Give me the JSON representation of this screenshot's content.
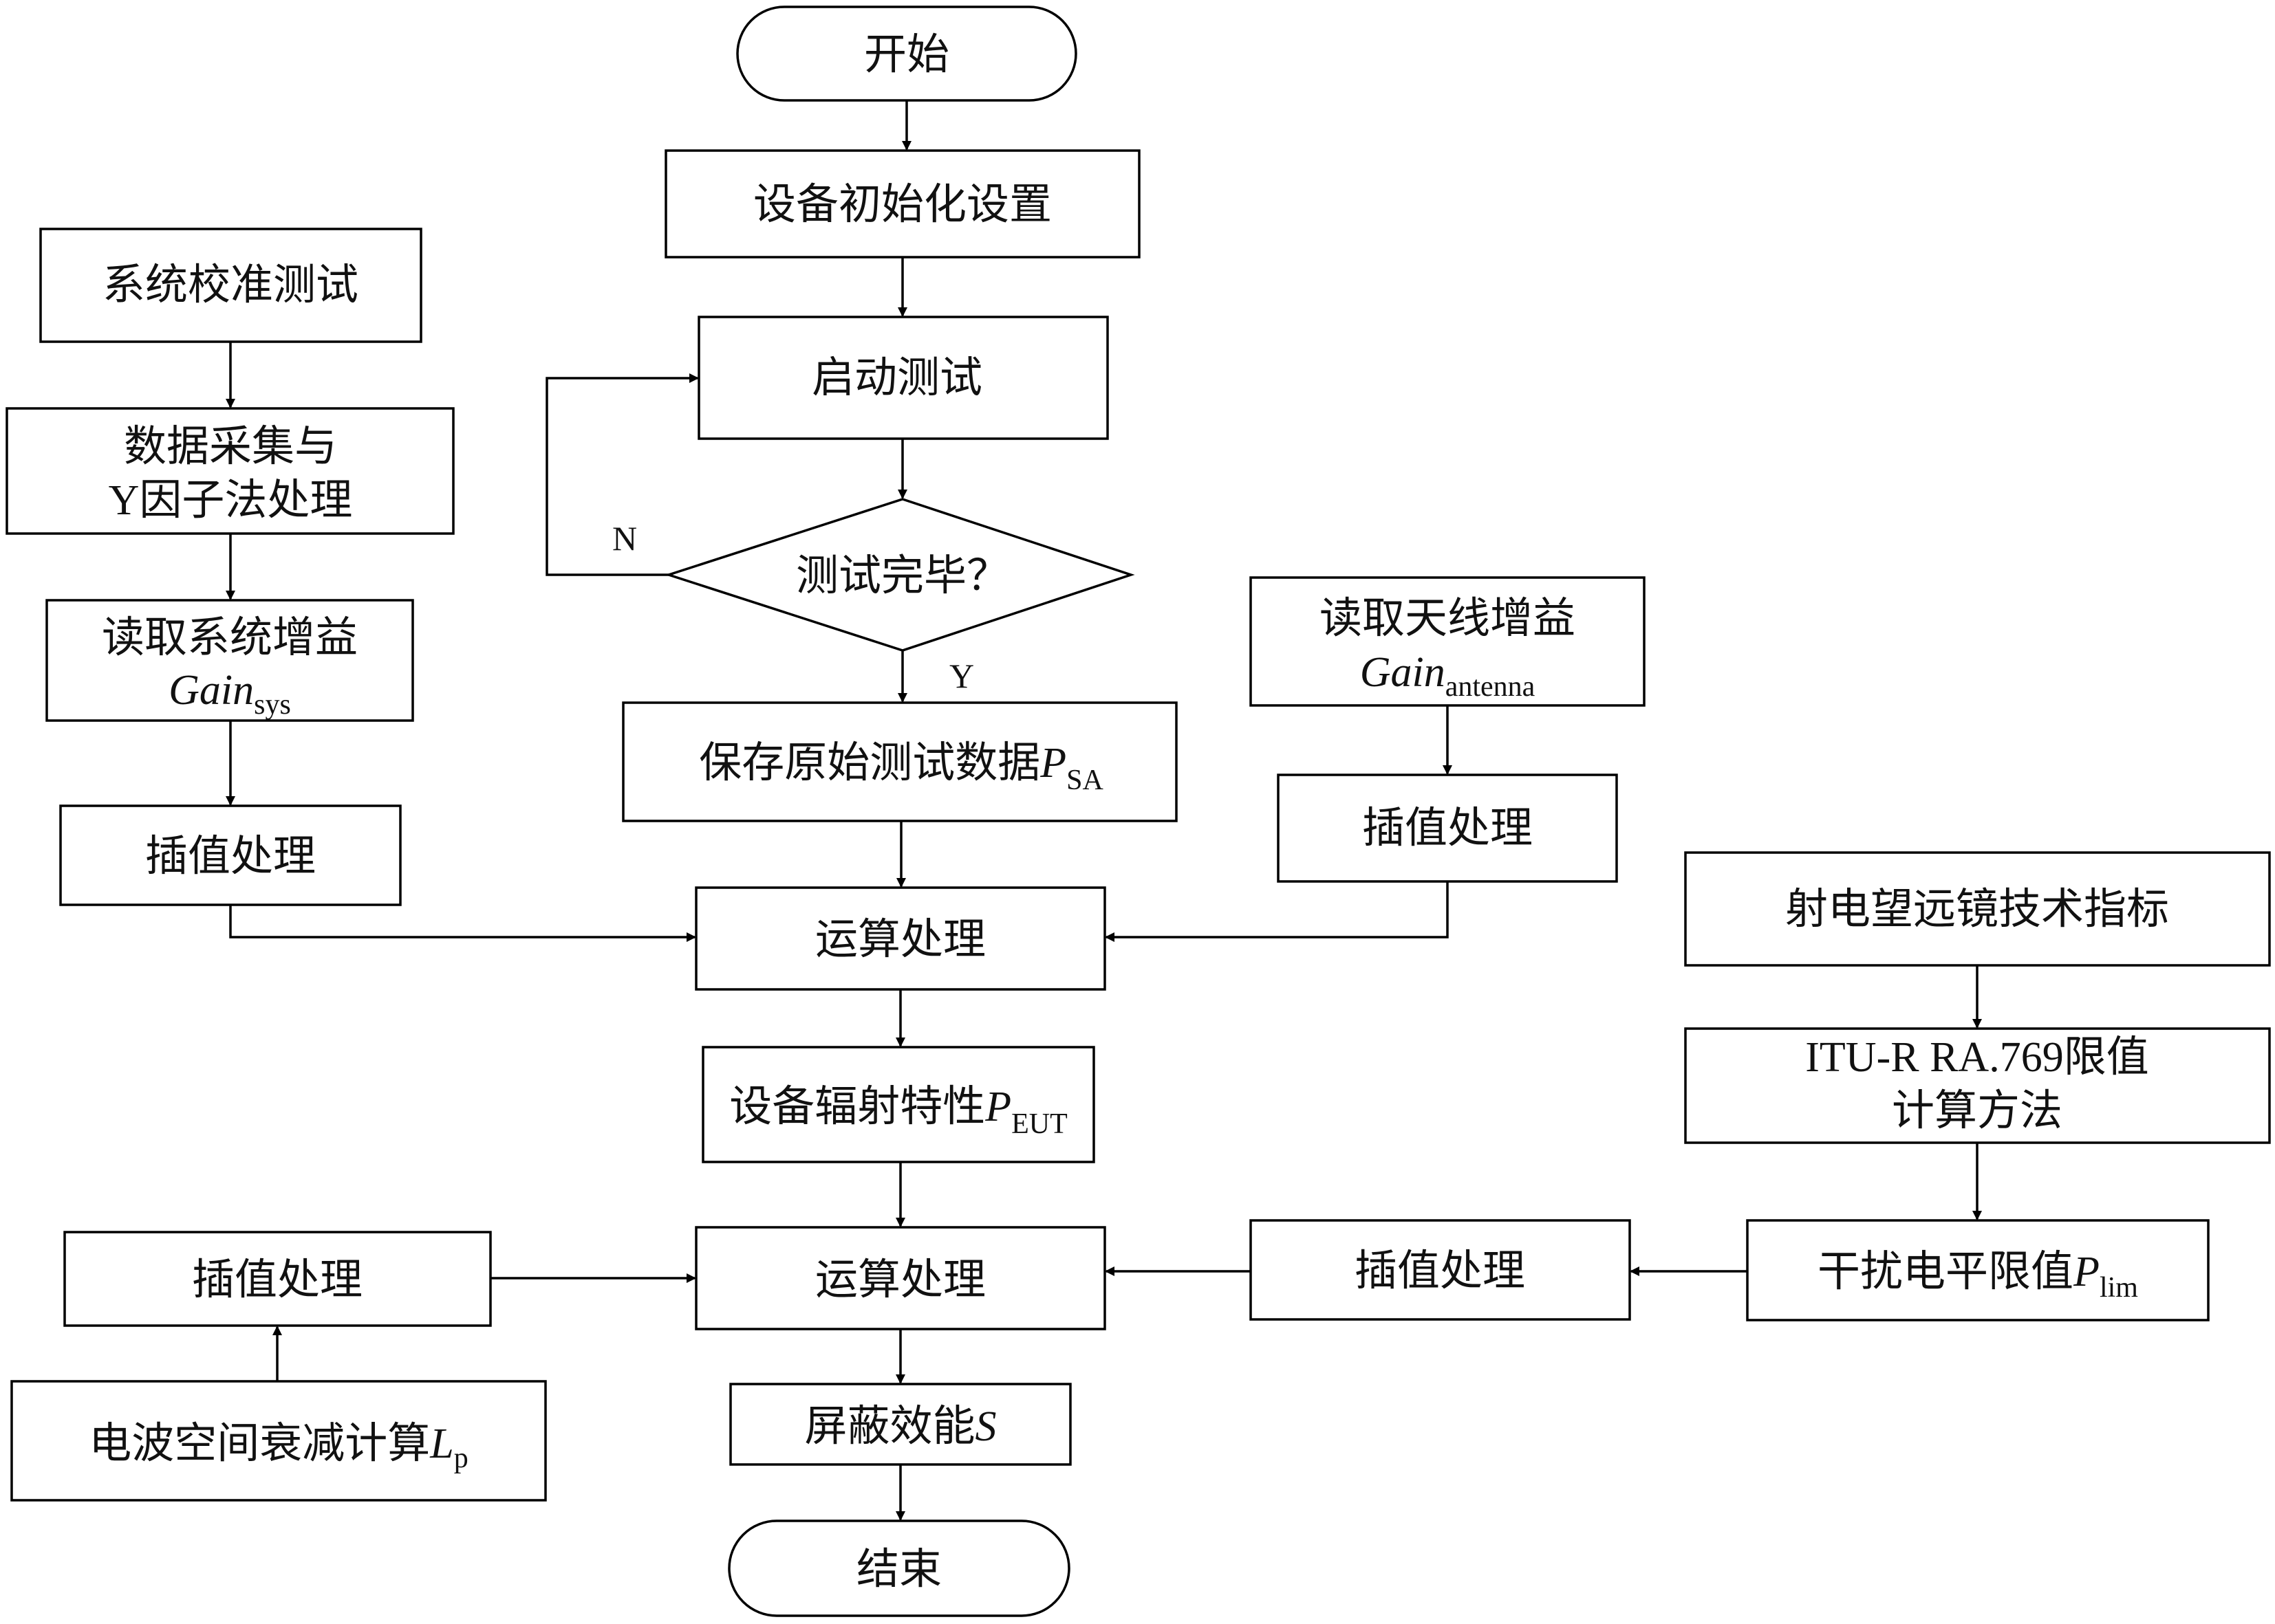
{
  "nodes": {
    "start": "开始",
    "init": "设备初始化设置",
    "launch": "启动测试",
    "decision": "测试完毕？",
    "save": "保存原始测试数据",
    "save_var": "P",
    "save_sub": "SA",
    "compute1": "运算处理",
    "device_rad": "设备辐射特性",
    "device_rad_var": "P",
    "device_rad_sub": "EUT",
    "compute2": "运算处理",
    "shield": "屏蔽效能",
    "shield_var": "S",
    "end": "结束",
    "cal_test": "系统校准测试",
    "acq_line1": "数据采集与",
    "acq_line2": "Y因子法处理",
    "read_sys_line1": "读取系统增益",
    "read_sys_var": "Gain",
    "read_sys_sub": "sys",
    "interp_left": "插值处理",
    "read_ant_line1": "读取天线增益",
    "read_ant_var": "Gain",
    "read_ant_sub": "antenna",
    "interp_ant": "插值处理",
    "telescope": "射电望远镜技术指标",
    "itu_line1": "ITU-R  RA.769限值",
    "itu_line2": "计算方法",
    "limit": "干扰电平限值",
    "limit_var": "P",
    "limit_sub": "lim",
    "interp_right": "插值处理",
    "interp_lp": "插值处理",
    "wave": "电波空间衰减计算",
    "wave_var": "L",
    "wave_sub": "p"
  },
  "edge_labels": {
    "no": "N",
    "yes": "Y"
  }
}
